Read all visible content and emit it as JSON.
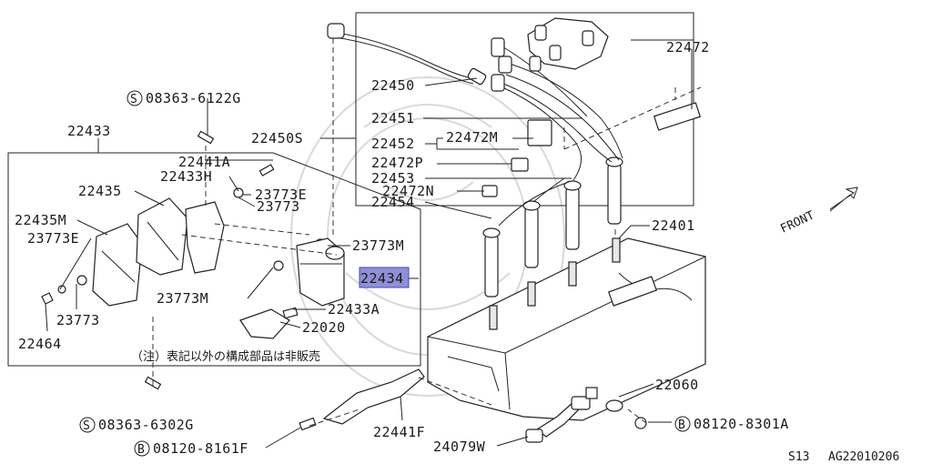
{
  "labels": {
    "l22472": "22472",
    "l22450": "22450",
    "l22451": "22451",
    "l22450S": "22450S",
    "l22452": "22452",
    "l22472M": "22472M",
    "l22472P": "22472P",
    "l22453": "22453",
    "l22472N": "22472N",
    "l22454": "22454",
    "l22401": "22401",
    "l22433": "22433",
    "l22441A": "22441A",
    "l22433H": "22433H",
    "l23773E_a": "23773E",
    "l23773_a": "23773",
    "l22435": "22435",
    "l22435M": "22435M",
    "l23773E_b": "23773E",
    "l23773M_a": "23773M",
    "l22434": "22434",
    "l23773M_b": "23773M",
    "l22433A": "22433A",
    "l22020": "22020",
    "l23773_b": "23773",
    "l22464": "22464",
    "l22060": "22060",
    "l22441F": "22441F",
    "l24079W": "24079W",
    "front": "FRONT",
    "bolt_top": "08363-6122G",
    "bolt_bottom": "08363-6302G",
    "bolt_b1": "08120-8161F",
    "bolt_b2": "08120-8301A"
  },
  "markers": {
    "S": "S",
    "B": "B"
  },
  "note": "（注）表記以外の構成部品は非販売",
  "footer": {
    "model": "S13",
    "code": "AG22010206"
  },
  "highlight": {
    "part": "22434",
    "color": "#8f8fd6"
  }
}
